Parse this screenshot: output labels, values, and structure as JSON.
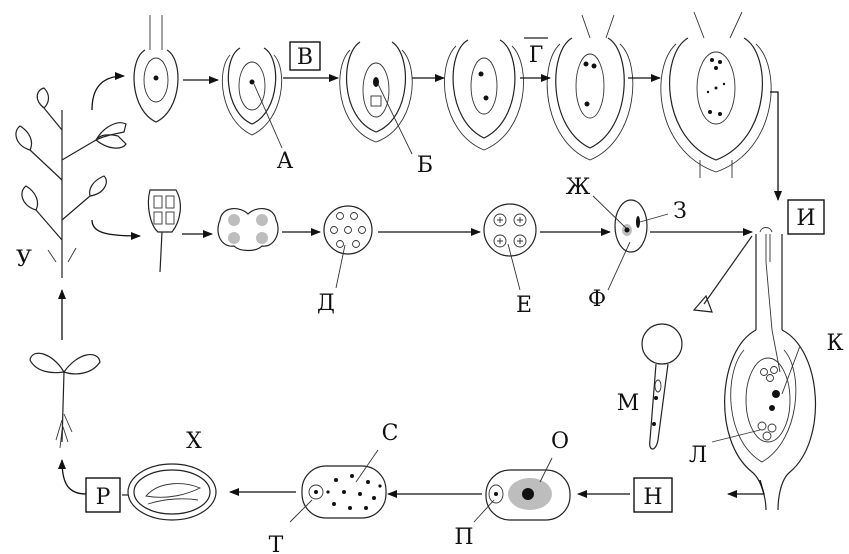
{
  "labels": {
    "A": "А",
    "B": "Б",
    "V": "В",
    "G": "Г",
    "D": "Д",
    "E": "Е",
    "Zh": "Ж",
    "Z": "З",
    "I": "И",
    "K": "К",
    "L": "Л",
    "M": "М",
    "N": "Н",
    "O": "О",
    "P": "П",
    "R": "Р",
    "S": "С",
    "T": "Т",
    "U": "У",
    "F": "Ф",
    "Kh": "Х"
  }
}
